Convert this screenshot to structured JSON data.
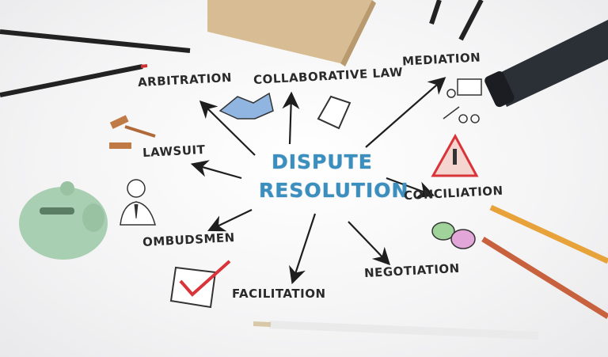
{
  "center": {
    "line1": "DISPUTE",
    "line2": "RESOLUTION",
    "color": "#3b8fbf"
  },
  "branches": [
    {
      "label": "ARBITRATION",
      "icon": "handshake-icon"
    },
    {
      "label": "COLLABORATIVE LAW",
      "icon": "book-icon"
    },
    {
      "label": "MEDIATION",
      "icon": "presentation-icon"
    },
    {
      "label": "LAWSUIT",
      "icon": "gavel-icon"
    },
    {
      "label": "CONCILIATION",
      "icon": "warning-icon"
    },
    {
      "label": "OMBUDSMEN",
      "icon": "person-icon"
    },
    {
      "label": "NEGOTIATION",
      "icon": "speech-bubbles-icon"
    },
    {
      "label": "FACILITATION",
      "icon": "checkbox-icon"
    }
  ]
}
